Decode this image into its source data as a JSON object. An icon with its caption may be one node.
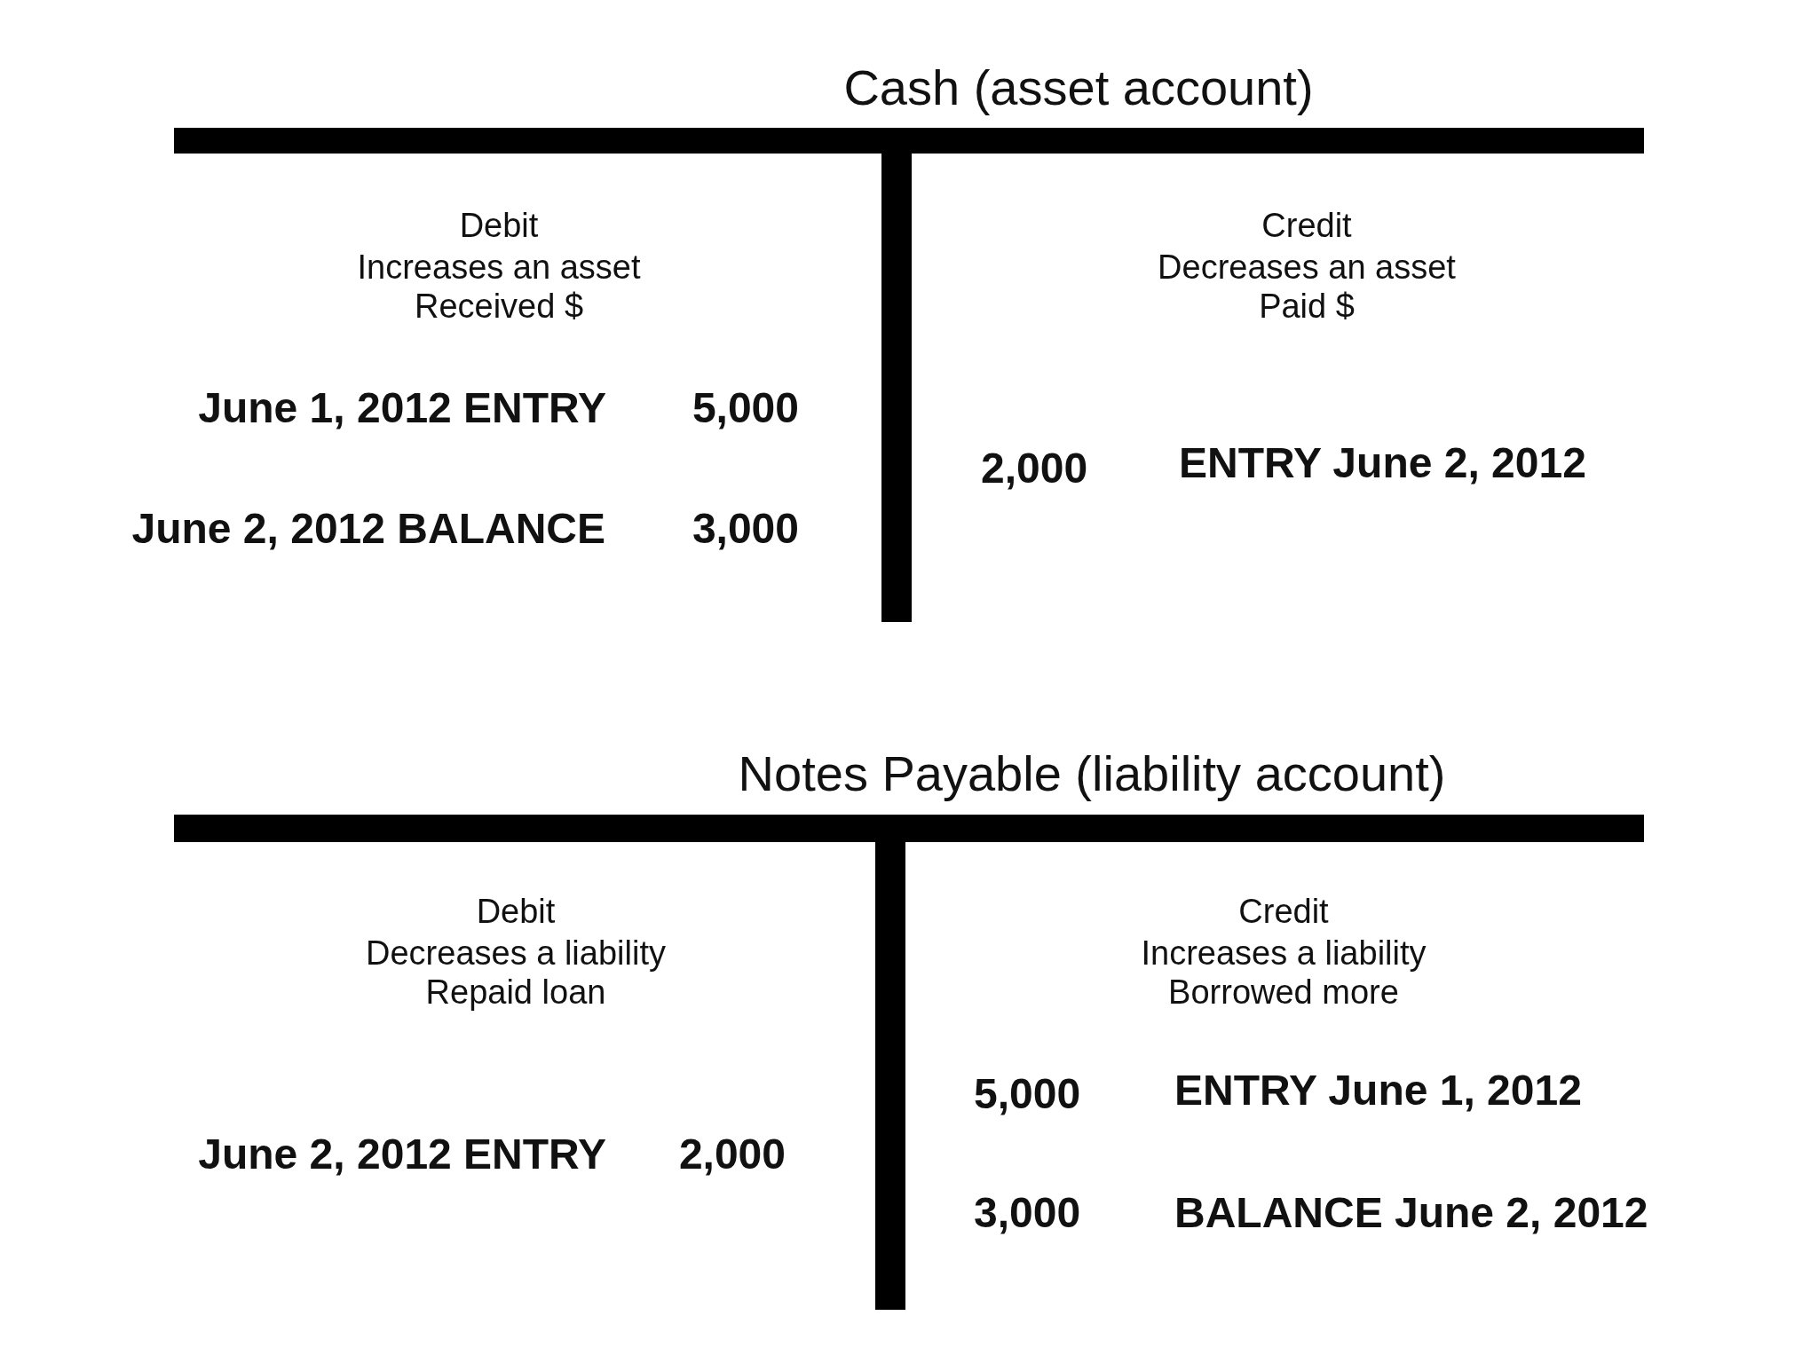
{
  "diagram": {
    "labels": [
      "Cash (asset account)",
      "Debit",
      "Increases an asset",
      "Received $",
      "Credit",
      "Decreases an asset",
      "Paid $",
      "June 1, 2012 ENTRY",
      "5,000",
      "2,000",
      "ENTRY June 2, 2012",
      "June 2, 2012 BALANCE",
      "3,000",
      "Notes Payable (liability account)",
      "Debit",
      "Decreases a liability",
      "Repaid loan",
      "Credit",
      "Increases a liability",
      "Borrowed more",
      "5,000",
      "ENTRY June 1, 2012",
      "June 2, 2012 ENTRY",
      "2,000",
      "3,000",
      "BALANCE June 2, 2012"
    ]
  }
}
